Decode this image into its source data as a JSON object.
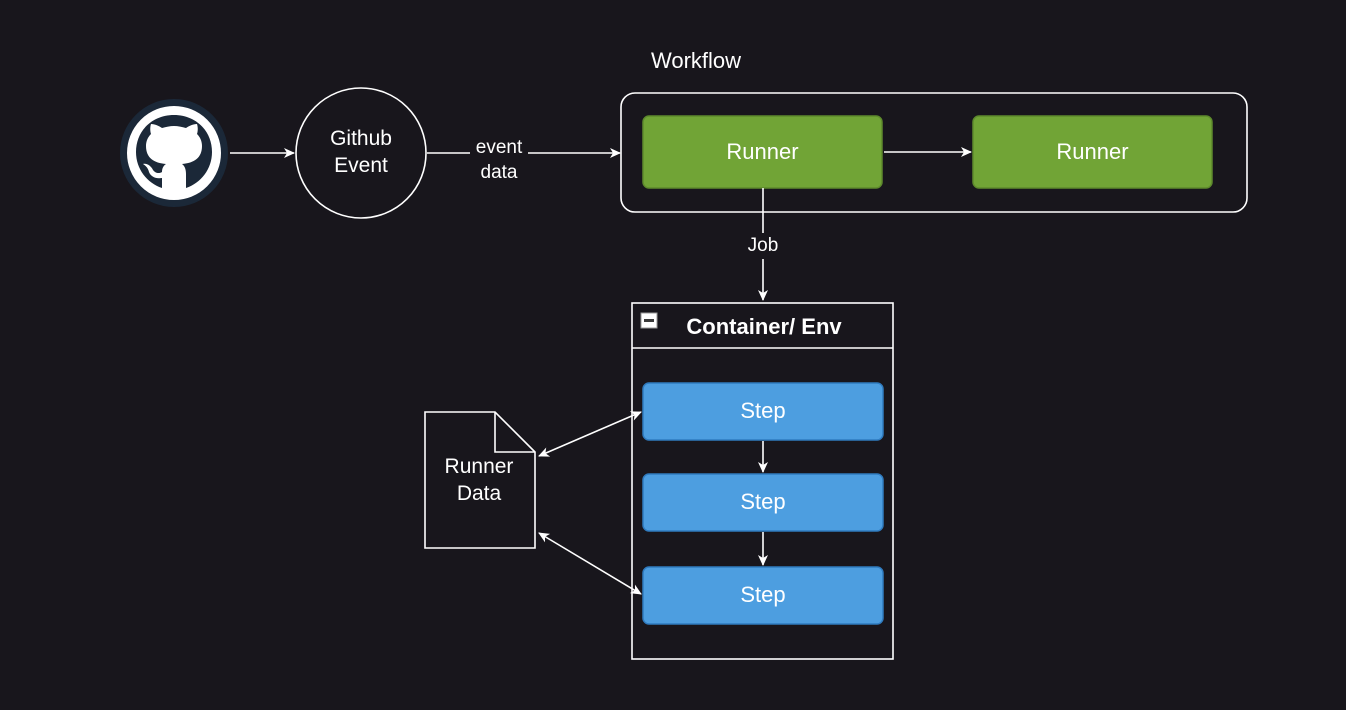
{
  "diagram": {
    "workflow_title": "Workflow",
    "github_event": "Github\nEvent",
    "edge_event_data": "event\ndata",
    "runner_1": "Runner",
    "runner_2": "Runner",
    "edge_job": "Job",
    "container_title": "Container/ Env",
    "steps": [
      "Step",
      "Step",
      "Step"
    ],
    "runner_data": "Runner\nData"
  },
  "colors": {
    "background": "#18161c",
    "runner_fill": "#71a436",
    "runner_stroke": "#5d8a2c",
    "step_fill": "#4d9ee0",
    "step_stroke": "#2f7bbf",
    "line": "#ffffff",
    "github_logo_bg": "#1b2838"
  },
  "icons": {
    "source": "github-octocat-icon",
    "collapse": "collapse-minus-icon"
  }
}
